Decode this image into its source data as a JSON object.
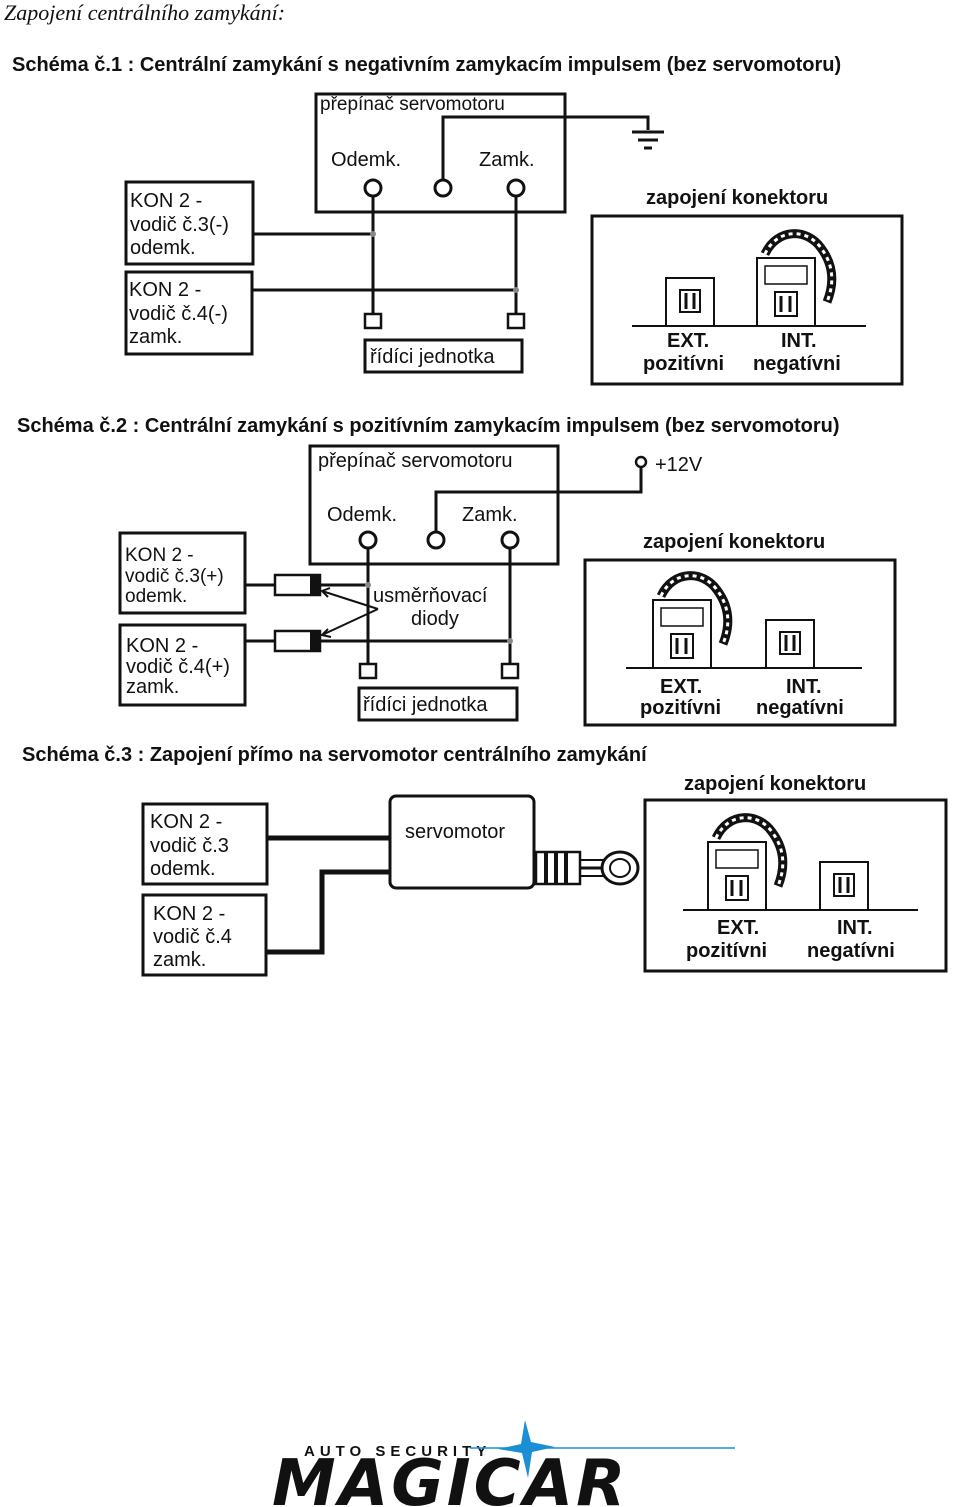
{
  "page_title": "Zapojení centrálního zamykání:",
  "schemes": [
    {
      "title": "Schéma č.1 : Centrální zamykání s negativním zamykacím impulsem (bez servomotoru)",
      "switch_label": "přepínač servomotoru",
      "unlock": "Odemk.",
      "lock": "Zamk.",
      "kon_unlock": [
        "KON 2 -",
        "vodič č.3(-)",
        "odemk."
      ],
      "kon_lock": [
        "KON 2 -",
        "vodič č.4(-)",
        "zamk."
      ],
      "control_unit": "řídíci jednotka",
      "connector_title": "zapojení konektoru",
      "ext": [
        "EXT.",
        "pozitívni"
      ],
      "int": [
        "INT.",
        "negatívni"
      ]
    },
    {
      "title": "Schéma č.2 : Centrální zamykání s pozitívním zamykacím impulsem (bez servomotoru)",
      "switch_label": "přepínač servomotoru",
      "unlock": "Odemk.",
      "lock": "Zamk.",
      "supply": "+12V",
      "kon_unlock": [
        "KON 2 -",
        "vodič č.3(+)",
        "odemk."
      ],
      "kon_lock": [
        "KON 2 -",
        "vodič č.4(+)",
        "zamk."
      ],
      "diodes": [
        "usměrňovací",
        "diody"
      ],
      "control_unit": "řídíci jednotka",
      "connector_title": "zapojení konektoru",
      "ext": [
        "EXT.",
        "pozitívni"
      ],
      "int": [
        "INT.",
        "negatívni"
      ]
    },
    {
      "title": "Schéma č.3 : Zapojení přímo na servomotor centrálního zamykání",
      "servo": "servomotor",
      "kon_unlock": [
        "KON 2 -",
        "vodič č.3",
        "odemk."
      ],
      "kon_lock": [
        "KON 2 -",
        "vodič č.4",
        "zamk."
      ],
      "connector_title": "zapojení konektoru",
      "ext": [
        "EXT.",
        "pozitívni"
      ],
      "int": [
        "INT.",
        "negatívni"
      ]
    }
  ],
  "logo": {
    "tagline": "AUTO SECURITY",
    "brand": "MAGICAR",
    "color": "#1a8fd6"
  }
}
